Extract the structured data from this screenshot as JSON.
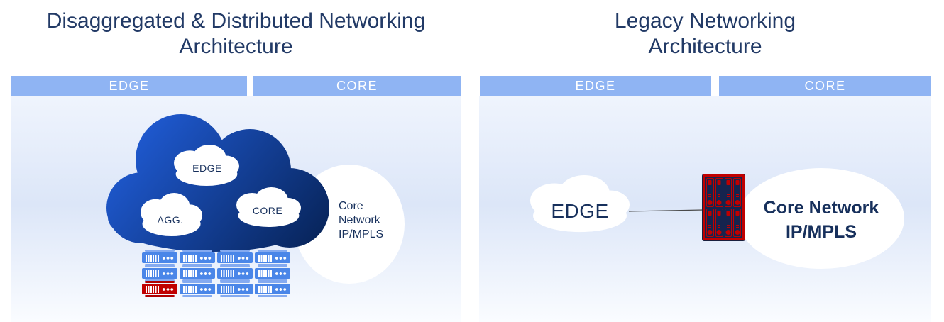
{
  "colors": {
    "title_text": "#223a66",
    "diagram_text": "#17305c",
    "bar_bg": "#8fb4f3",
    "bar_text": "#ffffff",
    "panel_grad_top": "#eff4fd",
    "panel_grad_mid": "#dce6f8",
    "panel_grad_bottom": "#fafcff",
    "cloud_grad_start": "#1f5ad2",
    "cloud_grad_end": "#08255c",
    "server_body": "#4a86e8",
    "server_bar": "#84aaf0",
    "server_red": "#c00000",
    "server_red_bar": "#b00000",
    "chassis_red": "#c00000",
    "chassis_navy": "#16244e",
    "connector_line": "#4a4a4a"
  },
  "left_panel": {
    "title_line1": "Disaggregated & Distributed Networking",
    "title_line2": "Architecture",
    "edge_bar": "EDGE",
    "core_bar": "CORE",
    "clouds": {
      "edge": "EDGE",
      "agg": "AGG.",
      "core": "CORE"
    },
    "ellipse_lines": [
      "Core",
      "Network",
      "IP/MPLS"
    ]
  },
  "right_panel": {
    "title_line1": "Legacy Networking",
    "title_line2": "Architecture",
    "edge_bar": "EDGE",
    "core_bar": "CORE",
    "edge_cloud": "EDGE",
    "ellipse_line1": "Core Network",
    "ellipse_line2": "IP/MPLS"
  }
}
